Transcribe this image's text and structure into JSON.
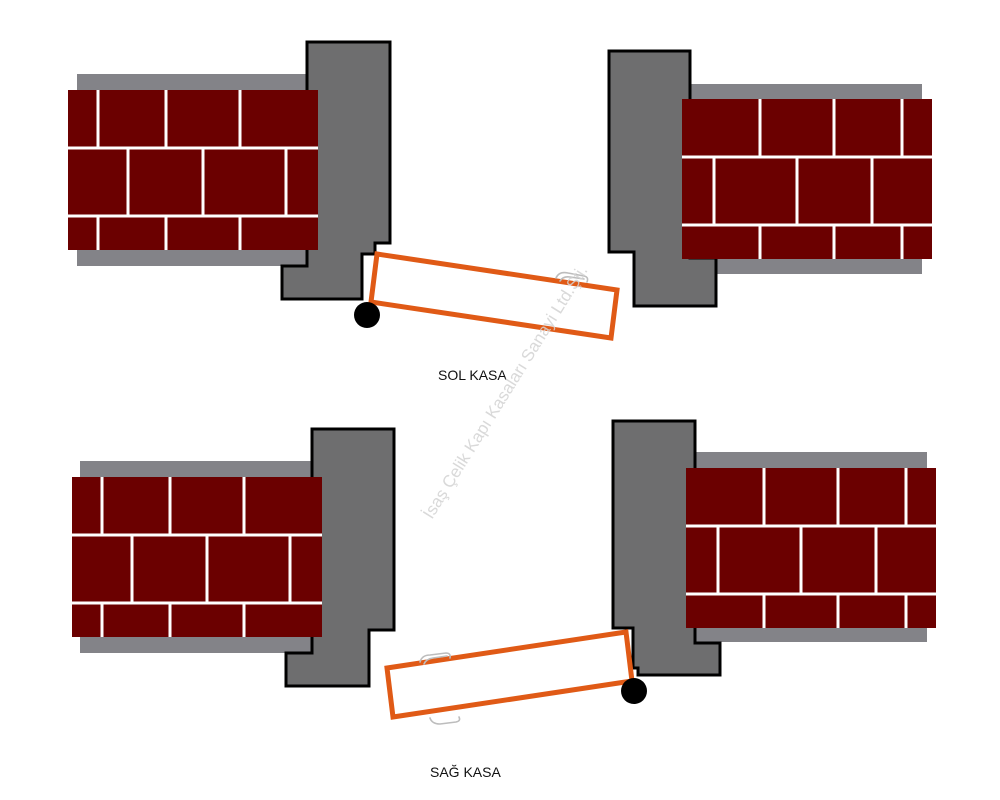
{
  "labels": {
    "top": "SOL KASA",
    "bottom": "SAĞ KASA"
  },
  "watermark": "İsaş Çelik Kapı Kasaları Sanayi Ltd.Şti.",
  "colors": {
    "brick": "#6b0000",
    "mortar": "#ffffff",
    "frame": "#6e6e6f",
    "wall_edge": "#838388",
    "outline": "#000000",
    "door_outline": "#e05a16",
    "hinge": "#000000"
  },
  "icons": {
    "hinge": "hinge-dot-icon",
    "handle": "door-handle-icon"
  }
}
